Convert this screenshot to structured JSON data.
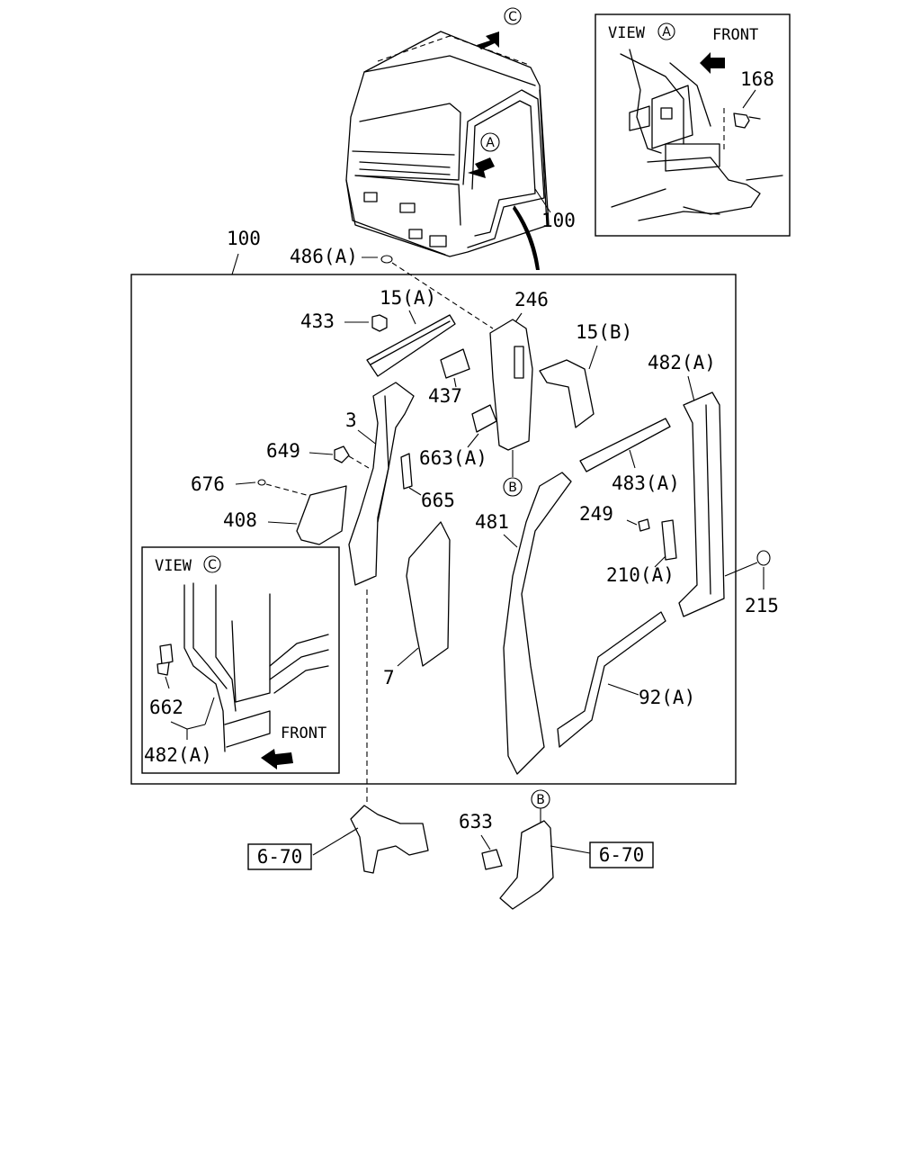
{
  "main_view": {
    "assembly_label": "100",
    "cab_callout": "100",
    "arrow_c": "C",
    "arrow_a": "A"
  },
  "view_a": {
    "title": "VIEW",
    "marker": "A",
    "front": "FRONT",
    "part": "168"
  },
  "view_c": {
    "title": "VIEW",
    "marker": "C",
    "front": "FRONT",
    "parts": [
      "662",
      "482(A)"
    ]
  },
  "parts": {
    "p486a": "486(A)",
    "p433": "433",
    "p15a": "15(A)",
    "p246": "246",
    "p15b": "15(B)",
    "p482a": "482(A)",
    "p437": "437",
    "p3": "3",
    "p649": "649",
    "p663a": "663(A)",
    "p676": "676",
    "p665": "665",
    "p483a": "483(A)",
    "p408": "408",
    "p481": "481",
    "p249": "249",
    "p210a": "210(A)",
    "p215": "215",
    "p7": "7",
    "p92a": "92(A)",
    "p633": "633"
  },
  "marker_b": "B",
  "refs": {
    "left": "6-70",
    "right": "6-70"
  }
}
